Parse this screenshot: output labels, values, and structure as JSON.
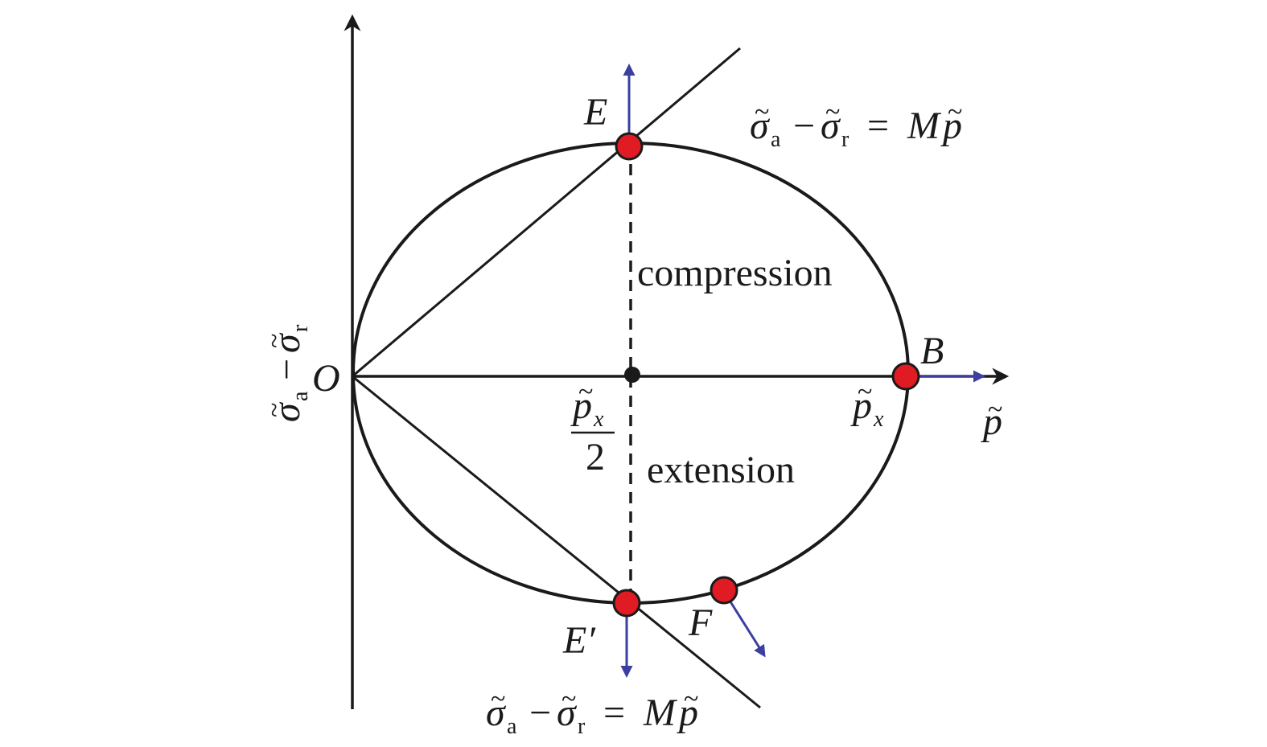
{
  "axes": {
    "vertical_label": {
      "sigma": "σ",
      "sub_a": "a",
      "minus": "−",
      "sub_r": "r"
    },
    "horizontal_label": "p"
  },
  "points": {
    "origin": "O",
    "B": "B",
    "E": "E",
    "E_prime": "E′",
    "F": "F"
  },
  "labels": {
    "compression": "compression",
    "extension": "extension",
    "px": "p",
    "px_sub": "x",
    "half_numerator": "p",
    "half_numerator_sub": "x",
    "half_denominator": "2"
  },
  "equations": {
    "upper": {
      "sigma": "σ",
      "sub_a": "a",
      "minus": "−",
      "sub_r": "r",
      "eq": "=",
      "M": "M",
      "p": "p"
    },
    "lower": {
      "sigma": "σ",
      "sub_a": "a",
      "minus": "−",
      "sub_r": "r",
      "eq": "=",
      "M": "M",
      "p": "p"
    }
  },
  "colors": {
    "line": "#1a1a1a",
    "marker_fill": "#e01b24",
    "marker_stroke": "#1a1a1a",
    "arrow": "#3b3fa0"
  }
}
